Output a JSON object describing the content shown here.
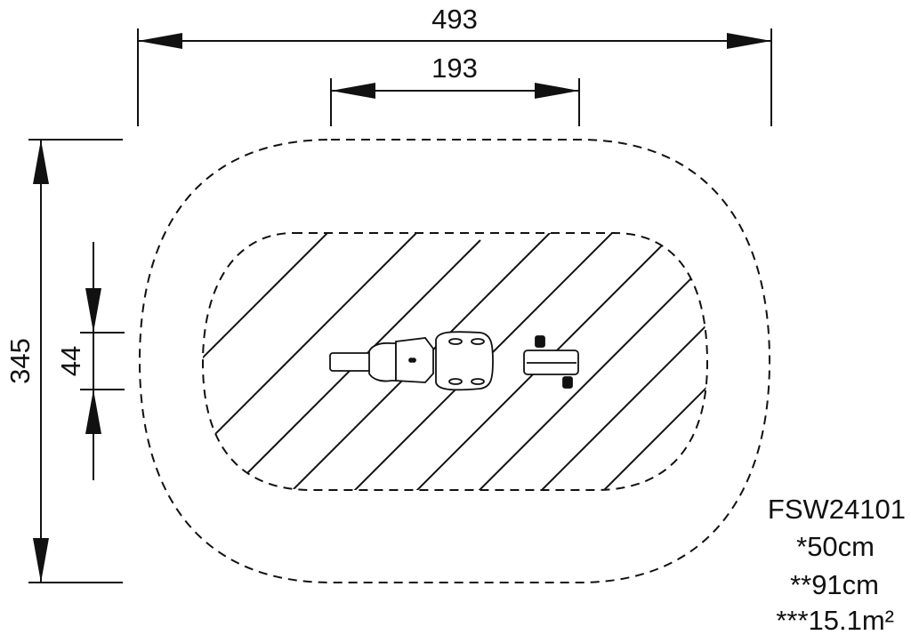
{
  "dimensions": {
    "overall_width": "493",
    "inner_width": "193",
    "overall_height": "345",
    "equipment_depth": "44"
  },
  "labels": {
    "model": "FSW24101",
    "free_fall_height": "*50cm",
    "platform_height": "**91cm",
    "safety_area": "***15.1m²"
  },
  "colors": {
    "line": "#111111",
    "background": "#ffffff"
  }
}
